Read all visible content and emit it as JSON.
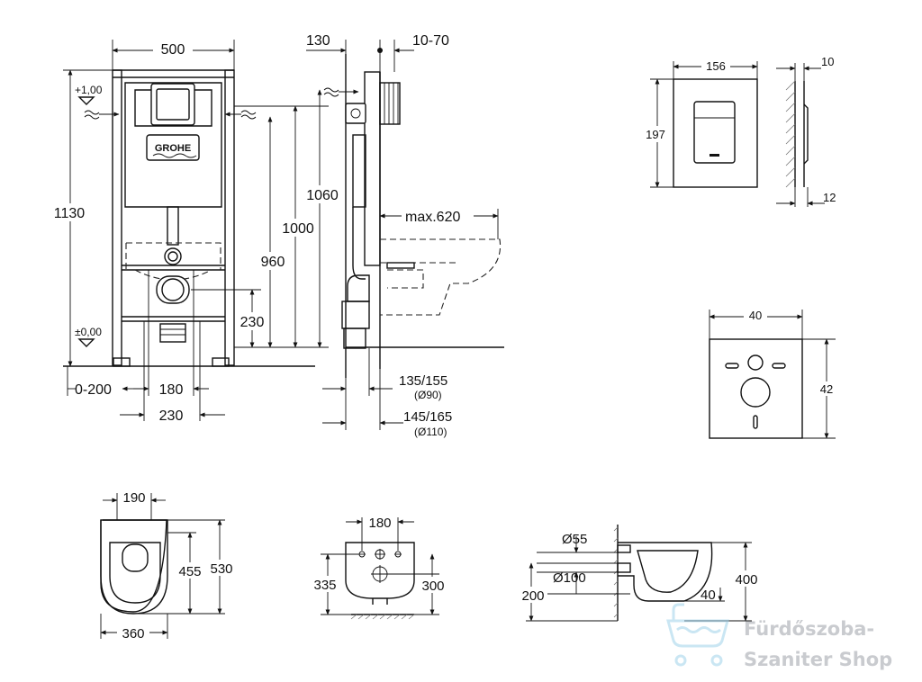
{
  "brand_logo_text": "GROHE",
  "watermark": {
    "line1": "Fürdőszoba-",
    "line2": "Szaniter Shop",
    "color": "#c9cbcf"
  },
  "frame_front": {
    "width": "500",
    "height_total": "1130",
    "dims": [
      "1060",
      "1000",
      "960",
      "230",
      "180",
      "230",
      "0-200"
    ],
    "level_top": "+1,00",
    "level_zero": "±0,00"
  },
  "frame_side": {
    "top_left": "130",
    "top_right": "10-70",
    "max_projection": "max.620",
    "drain_90": "135/155",
    "drain_90_sub": "(Ø90)",
    "drain_110": "145/165",
    "drain_110_sub": "(Ø110)"
  },
  "flush_plate": {
    "width": "156",
    "height": "197",
    "depth_top": "10",
    "depth_bottom": "12"
  },
  "sound_pad": {
    "width": "40",
    "height": "42"
  },
  "bowl_top": {
    "seat_width": "190",
    "length_inner": "455",
    "length_total": "530",
    "width": "360"
  },
  "bowl_rear": {
    "width": "180",
    "height_left": "335",
    "height_right": "300"
  },
  "bowl_side": {
    "inlet": "Ø55",
    "outlet": "Ø100",
    "height_drain": "200",
    "height_total": "400",
    "offset": "40"
  }
}
